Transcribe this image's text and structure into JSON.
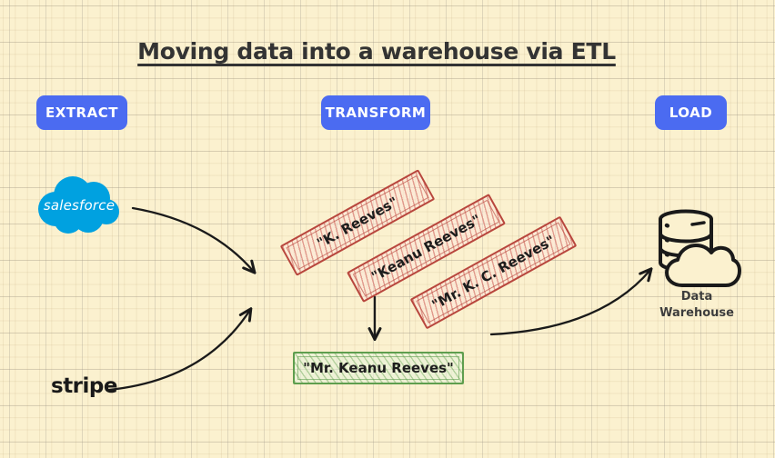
{
  "title": "Moving data into a warehouse via ETL",
  "stages": {
    "extract": {
      "label": "EXTRACT"
    },
    "transform": {
      "label": "TRANSFORM"
    },
    "load": {
      "label": "LOAD"
    }
  },
  "sources": {
    "salesforce": {
      "label": "salesforce"
    },
    "stripe": {
      "label": "stripe"
    }
  },
  "transform_stage": {
    "inputs": [
      {
        "label": "\"K. Reeves\""
      },
      {
        "label": "\"Keanu Reeves\""
      },
      {
        "label": "\"Mr. K. C. Reeves\""
      }
    ],
    "output": {
      "label": "\"Mr. Keanu Reeves\""
    }
  },
  "destination": {
    "label": "Data Warehouse"
  },
  "colors": {
    "background": "#fbf1cf",
    "stage_button_blue": "#4b6bf1",
    "salesforce_blue": "#00a1e0",
    "record_red_border": "#b8463d",
    "output_green_border": "#5f9e4e",
    "ink_black": "#1f1f1f",
    "title_gray": "#333333"
  },
  "icons": {
    "salesforce_cloud": "cloud",
    "data_warehouse": "database-with-cloud",
    "arrows": "hand-drawn-curved-arrows"
  }
}
